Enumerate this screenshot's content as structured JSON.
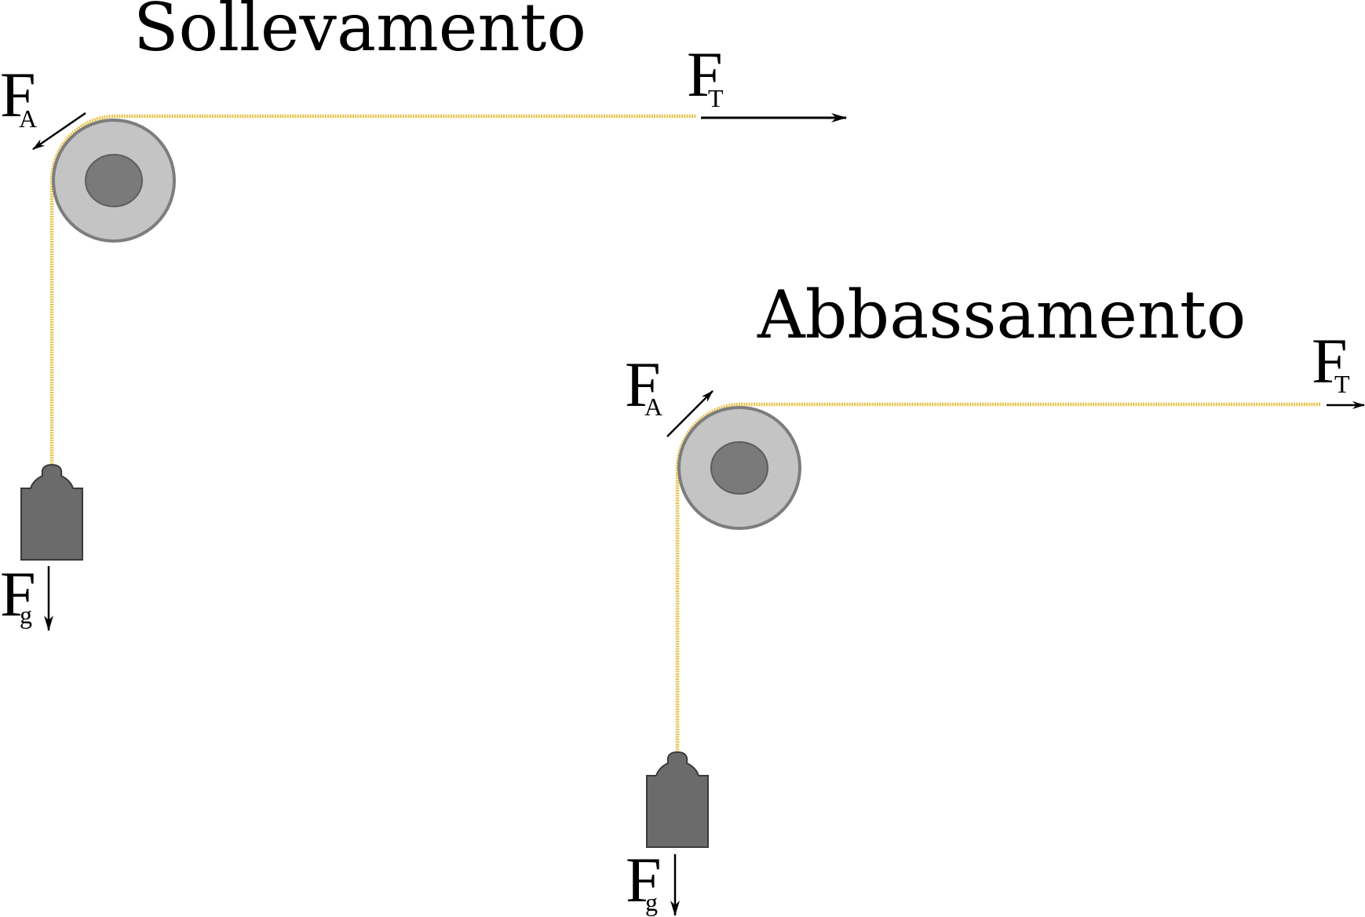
{
  "colors": {
    "rope": "#e8c24a",
    "pulley_outer": "#c4c4c4",
    "pulley_stroke": "#7d7d7d",
    "pulley_hub": "#7a7a7a",
    "weight": "#6b6b6b",
    "arrow": "#000000"
  },
  "scenes": [
    {
      "title": "Sollevamento",
      "labels": {
        "fa": {
          "main": "F",
          "sub": "A"
        },
        "ft": {
          "main": "F",
          "sub": "T"
        },
        "fg": {
          "main": "F",
          "sub": "g"
        }
      }
    },
    {
      "title": "Abbassamento",
      "labels": {
        "fa": {
          "main": "F",
          "sub": "A"
        },
        "ft": {
          "main": "F",
          "sub": "T"
        },
        "fg": {
          "main": "F",
          "sub": "g"
        }
      }
    }
  ]
}
